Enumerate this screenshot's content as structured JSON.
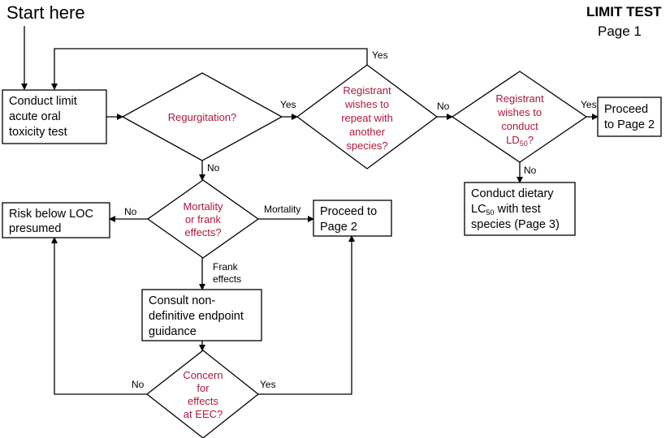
{
  "header": {
    "start": "Start here",
    "title": "LIMIT TEST",
    "page": "Page 1"
  },
  "colors": {
    "question_text": "#b0173c",
    "lines": "#000000"
  },
  "boxes": {
    "conduct_limit": [
      "Conduct limit",
      "acute oral",
      "toxicity test"
    ],
    "proceed_top": [
      "Proceed",
      "to Page 2"
    ],
    "dietary": {
      "line1": "Conduct dietary",
      "line2_main": "LC",
      "line2_sub": "50",
      "line2_tail": " with test",
      "line3": "species (Page 3)"
    },
    "risk": [
      "Risk below LOC",
      "presumed"
    ],
    "proceed_mid": [
      "Proceed to",
      "Page 2"
    ],
    "consult": [
      "Consult non-",
      "definitive endpoint",
      "guidance"
    ]
  },
  "decisions": {
    "regurgitation": [
      "Regurgitation?"
    ],
    "repeat": [
      "Registrant",
      "wishes to",
      "repeat with",
      "another",
      "species?"
    ],
    "ld50": {
      "lines": [
        "Registrant",
        "wishes to",
        "conduct"
      ],
      "last_main": "LD",
      "last_sub": "50",
      "last_tail": "?"
    },
    "mortality": [
      "Mortality",
      "or frank",
      "effects?"
    ],
    "concern": [
      "Concern",
      "for",
      "effects",
      "at EEC?"
    ]
  },
  "labels": {
    "regurg_yes": "Yes",
    "regurg_no": "No",
    "repeat_yes": "Yes",
    "repeat_no": "No",
    "ld50_yes": "Yes",
    "ld50_no": "No",
    "mort_no": "No",
    "mort_mortality": "Mortality",
    "mort_frank1": "Frank",
    "mort_frank2": "effects",
    "concern_no": "No",
    "concern_yes": "Yes"
  }
}
